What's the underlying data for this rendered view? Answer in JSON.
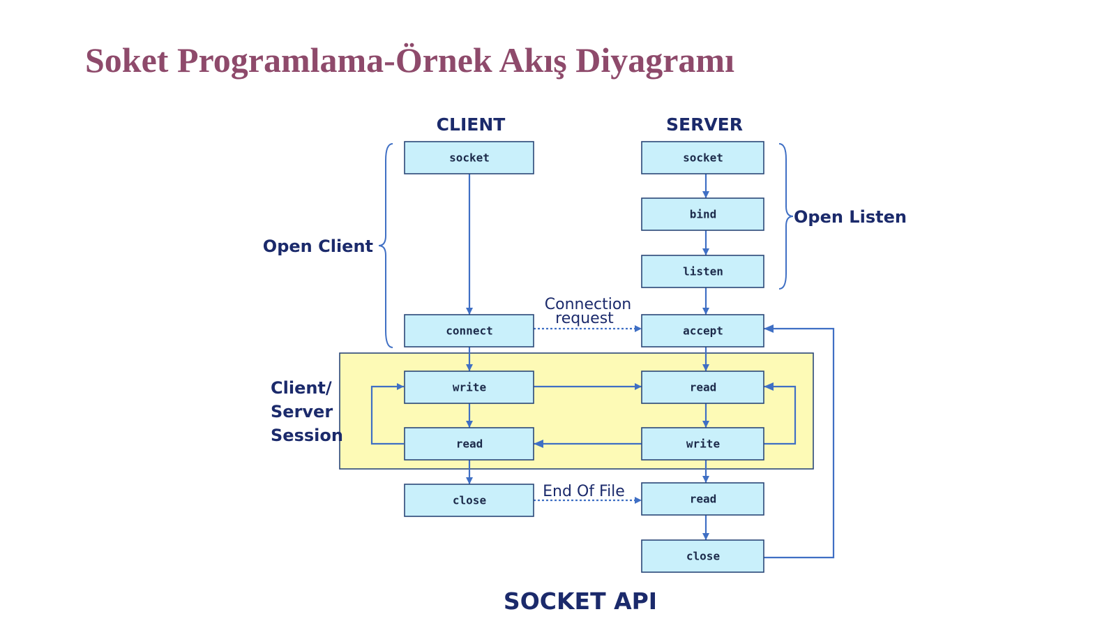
{
  "title": "Soket Programlama-Örnek Akış Diyagramı",
  "diagram": {
    "client_heading": "CLIENT",
    "server_heading": "SERVER",
    "client_boxes": {
      "socket": "socket",
      "connect": "connect",
      "write": "write",
      "read": "read",
      "close": "close"
    },
    "server_boxes": {
      "socket": "socket",
      "bind": "bind",
      "listen": "listen",
      "accept": "accept",
      "read": "read",
      "write": "write",
      "read_eof": "read",
      "close": "close"
    },
    "labels": {
      "open_client": "Open Client",
      "open_listen": "Open Listen",
      "session_line1": "Client/",
      "session_line2": "Server",
      "session_line3": "Session",
      "connection_line1": "Connection",
      "connection_line2": "request",
      "end_of_file": "End Of File"
    },
    "footer": "SOCKET API",
    "colors": {
      "title": "#8e4a6b",
      "box_fill": "#c9f0fb",
      "session_fill": "#fdfab6",
      "arrow": "#3f6fc4",
      "label": "#1b2a6b"
    }
  }
}
